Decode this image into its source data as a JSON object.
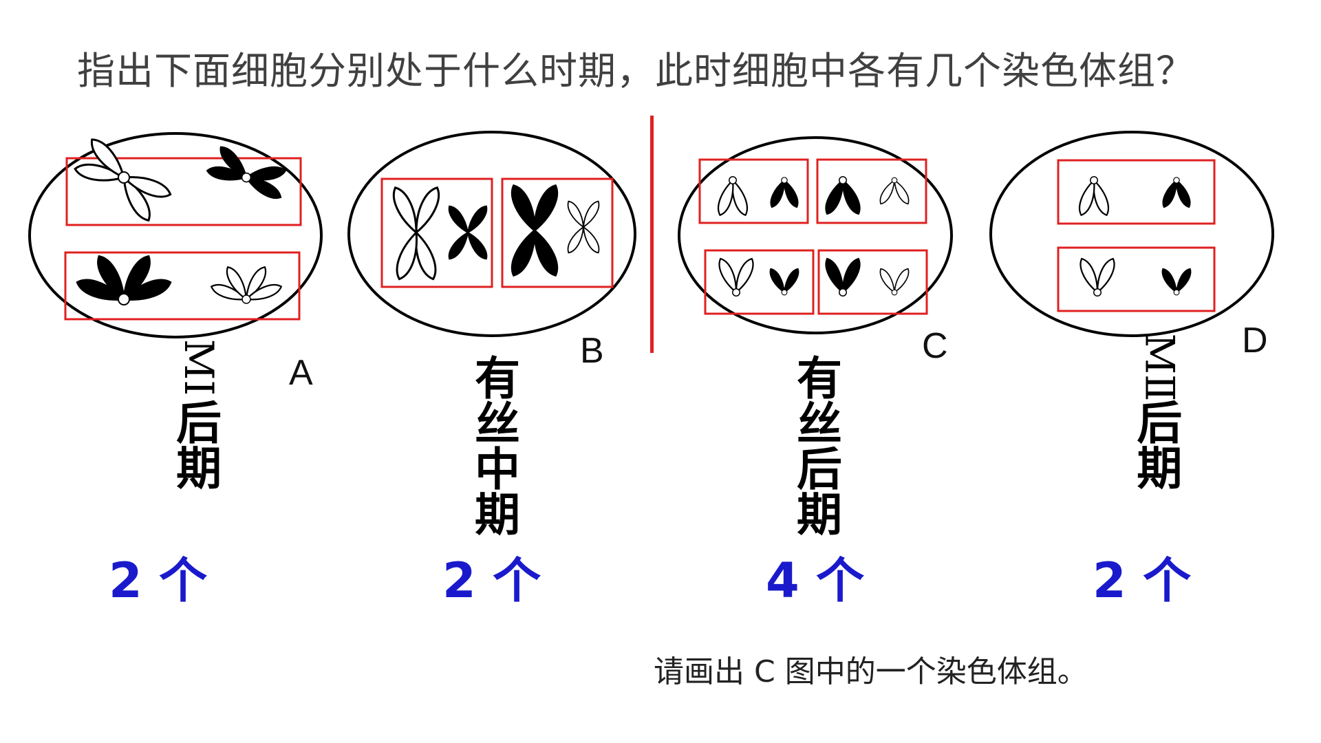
{
  "question": "指出下面细胞分别处于什么时期，此时细胞中各有几个染色体组？",
  "cells": [
    {
      "letter": "A",
      "stage_prefix": "MⅠ",
      "stage_chars": [
        "后",
        "期"
      ],
      "count": "2 个"
    },
    {
      "letter": "B",
      "stage_prefix": "",
      "stage_chars": [
        "有",
        "丝",
        "中",
        "期"
      ],
      "count": "2 个"
    },
    {
      "letter": "C",
      "stage_prefix": "",
      "stage_chars": [
        "有",
        "丝",
        "后",
        "期"
      ],
      "count": "4 个"
    },
    {
      "letter": "D",
      "stage_prefix": "MⅡ",
      "stage_chars": [
        "后",
        "期"
      ],
      "count": "2 个"
    }
  ],
  "prompt": "请画出 C 图中的一个染色体组。",
  "colors": {
    "box": "#e02020",
    "count": "#1a1acc",
    "divider": "#e02020"
  }
}
